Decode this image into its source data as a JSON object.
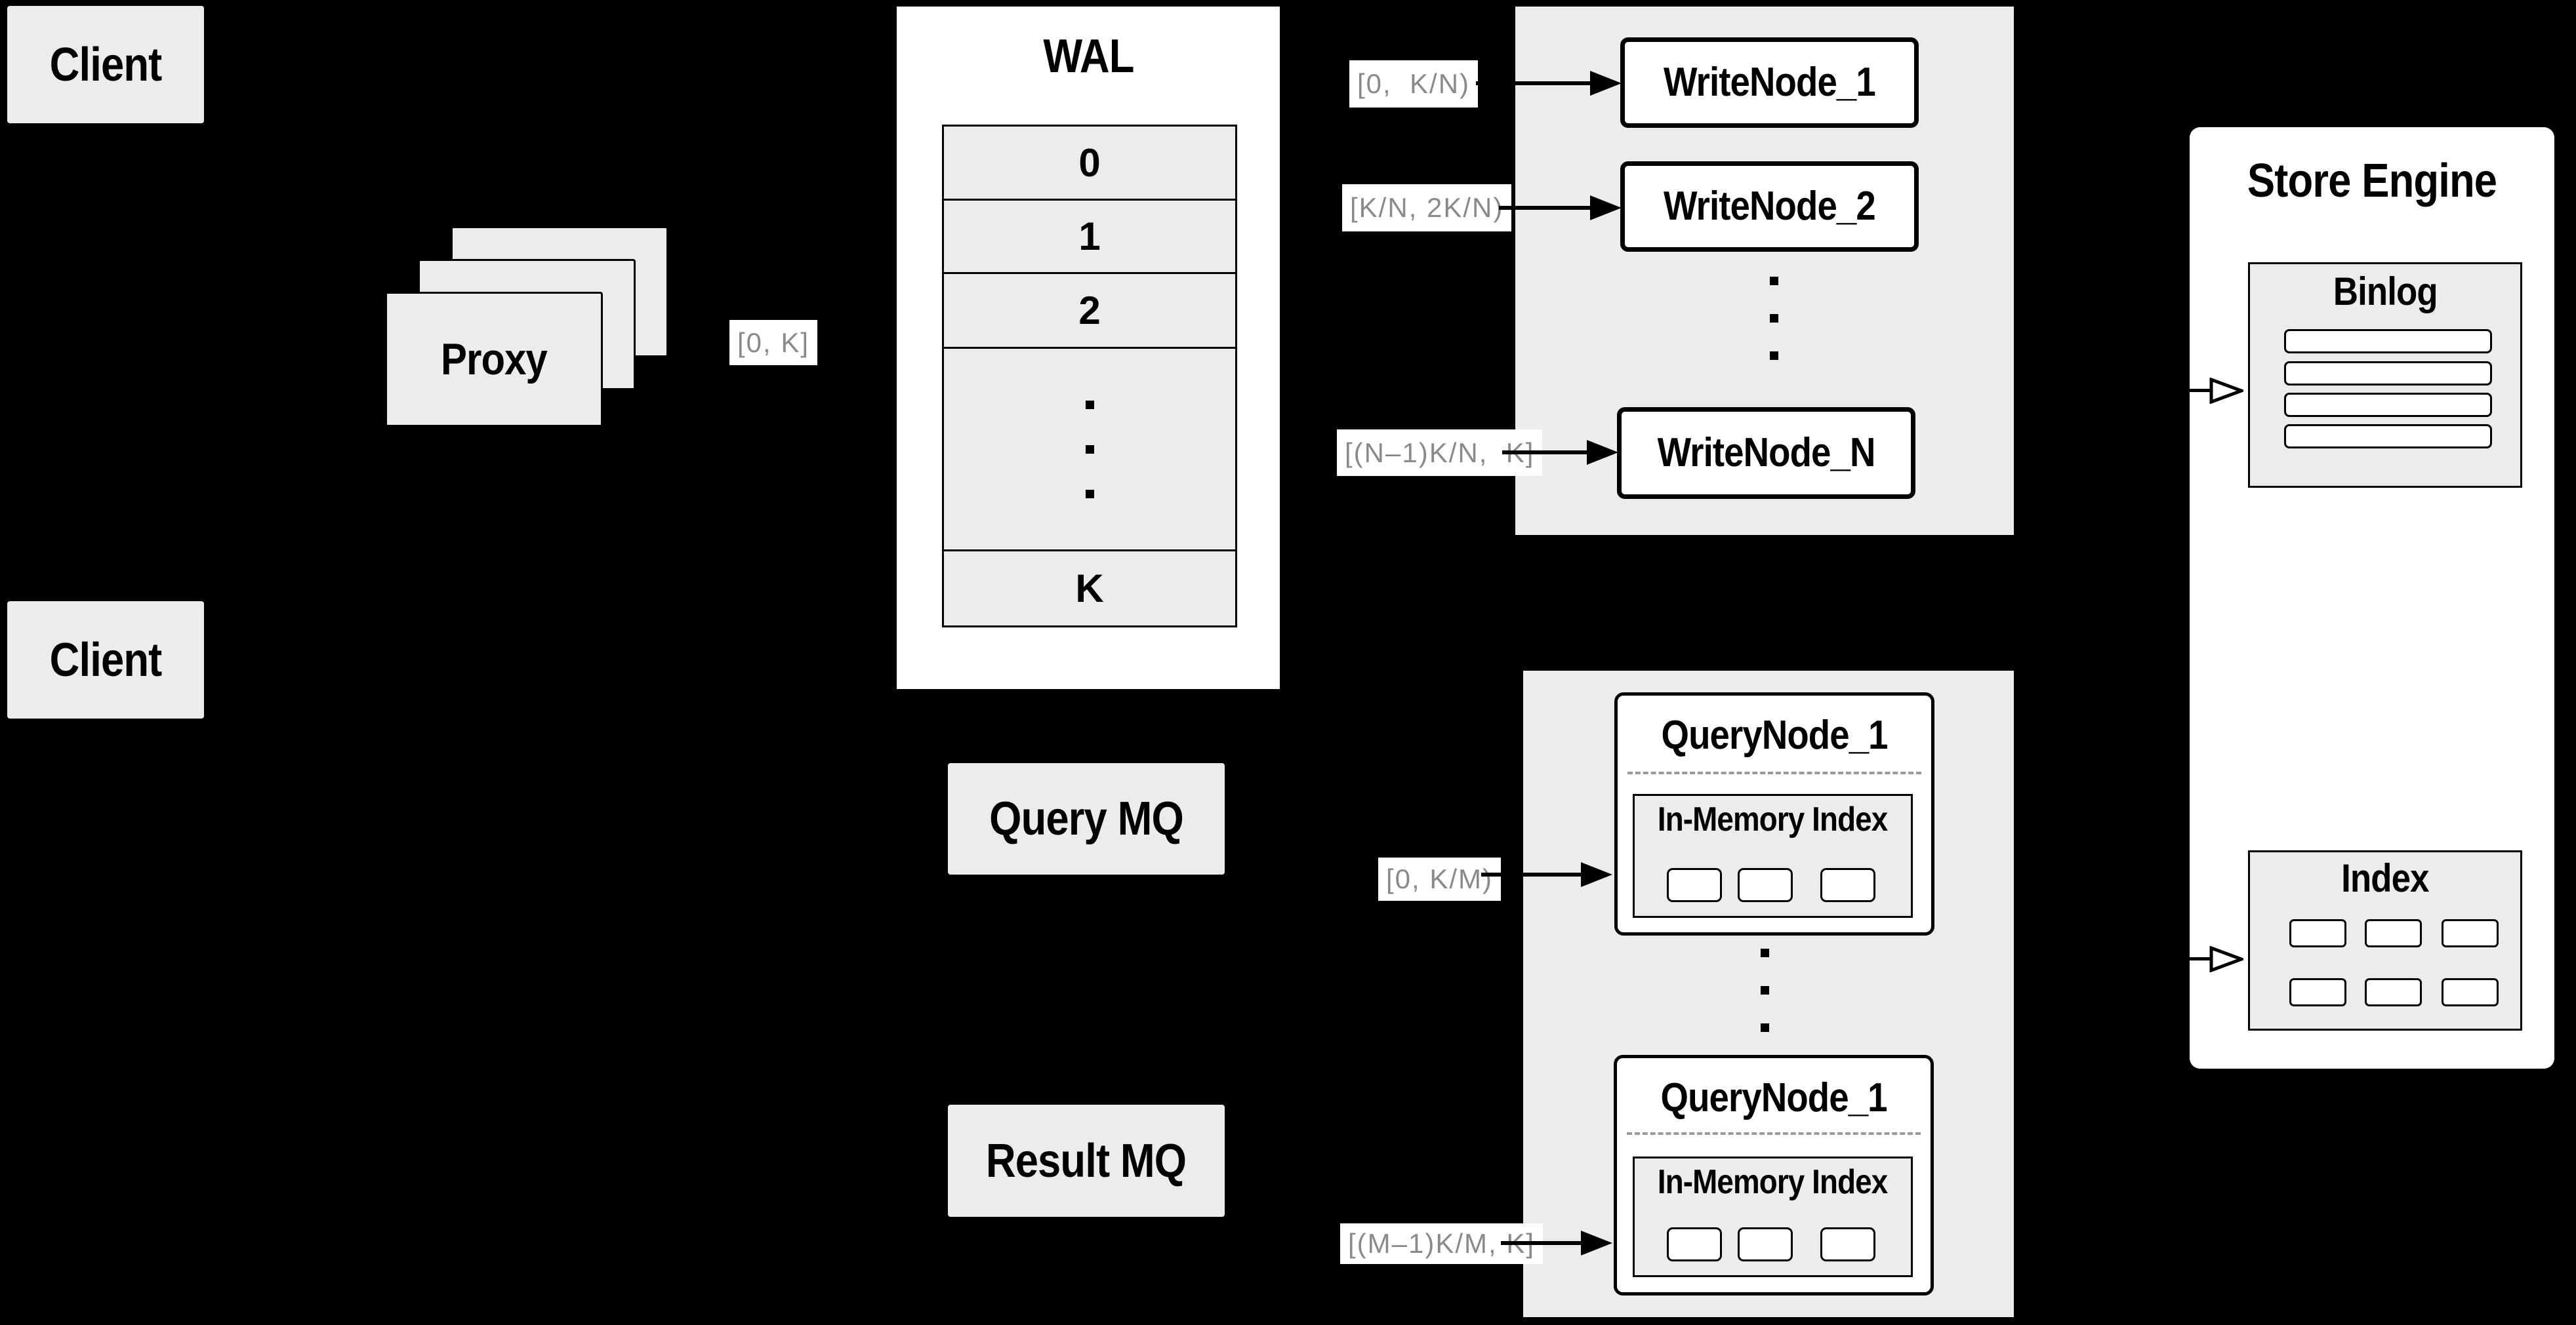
{
  "colors": {
    "background": "#000000",
    "panel_fill": "#ececec",
    "node_fill": "#ffffff",
    "stroke": "#000000",
    "range_label_text": "#8a8a8a",
    "dashed_divider": "#9a9a9a"
  },
  "clients": {
    "top": "Client",
    "bottom": "Client"
  },
  "proxy": {
    "label": "Proxy"
  },
  "wal": {
    "title": "WAL",
    "rows": [
      "0",
      "1",
      "2",
      "K"
    ]
  },
  "labels": {
    "proxy_out": "[0, K]",
    "write1": "[0,  K/N)",
    "write2": "[K/N, 2K/N)",
    "writeN": "[(N–1)K/N,  K]",
    "query1": "[0, K/M)",
    "queryM": "[(M–1)K/M, K]"
  },
  "write_cluster": {
    "node1": "WriteNode_1",
    "node2": "WriteNode_2",
    "nodeN": "WriteNode_N"
  },
  "mq": {
    "query": "Query MQ",
    "result": "Result MQ"
  },
  "query_cluster": {
    "top": {
      "title": "QueryNode_1",
      "index": "In-Memory Index"
    },
    "bottom": {
      "title": "QueryNode_1",
      "index": "In-Memory Index"
    }
  },
  "store": {
    "title": "Store Engine",
    "binlog": "Binlog",
    "index": "Index"
  }
}
